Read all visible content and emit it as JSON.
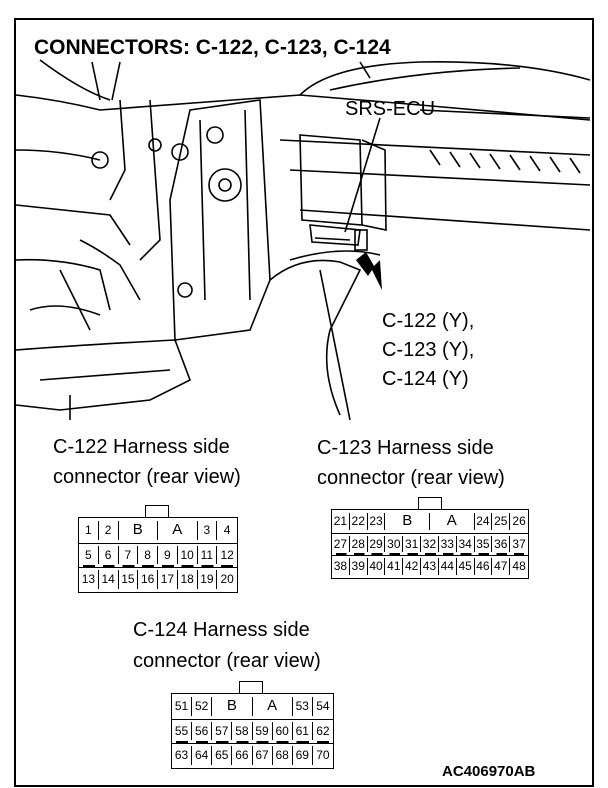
{
  "title": "CONNECTORS: C-122, C-123, C-124",
  "ecu_label": "SRS-ECU",
  "callouts": [
    "C-122 (Y),",
    "C-123 (Y),",
    "C-124 (Y)"
  ],
  "connectors": {
    "c122": {
      "caption": [
        "C-122 Harness side",
        "connector (rear view)"
      ],
      "rows": [
        [
          "1",
          "2",
          "B",
          "A",
          "3",
          "4"
        ],
        [
          "5",
          "6",
          "7",
          "8",
          "9",
          "10",
          "11",
          "12"
        ],
        [
          "13",
          "14",
          "15",
          "16",
          "17",
          "18",
          "19",
          "20"
        ]
      ]
    },
    "c123": {
      "caption": [
        "C-123 Harness side",
        "connector (rear view)"
      ],
      "rows": [
        [
          "21",
          "22",
          "23",
          "B",
          "A",
          "24",
          "25",
          "26"
        ],
        [
          "27",
          "28",
          "29",
          "30",
          "31",
          "32",
          "33",
          "34",
          "35",
          "36",
          "37"
        ],
        [
          "38",
          "39",
          "40",
          "41",
          "42",
          "43",
          "44",
          "45",
          "46",
          "47",
          "48"
        ]
      ]
    },
    "c124": {
      "caption": [
        "C-124 Harness side",
        "connector (rear view)"
      ],
      "rows": [
        [
          "51",
          "52",
          "B",
          "A",
          "53",
          "54"
        ],
        [
          "55",
          "56",
          "57",
          "58",
          "59",
          "60",
          "61",
          "62"
        ],
        [
          "63",
          "64",
          "65",
          "66",
          "67",
          "68",
          "69",
          "70"
        ]
      ]
    }
  },
  "figure_code": "AC406970AB"
}
